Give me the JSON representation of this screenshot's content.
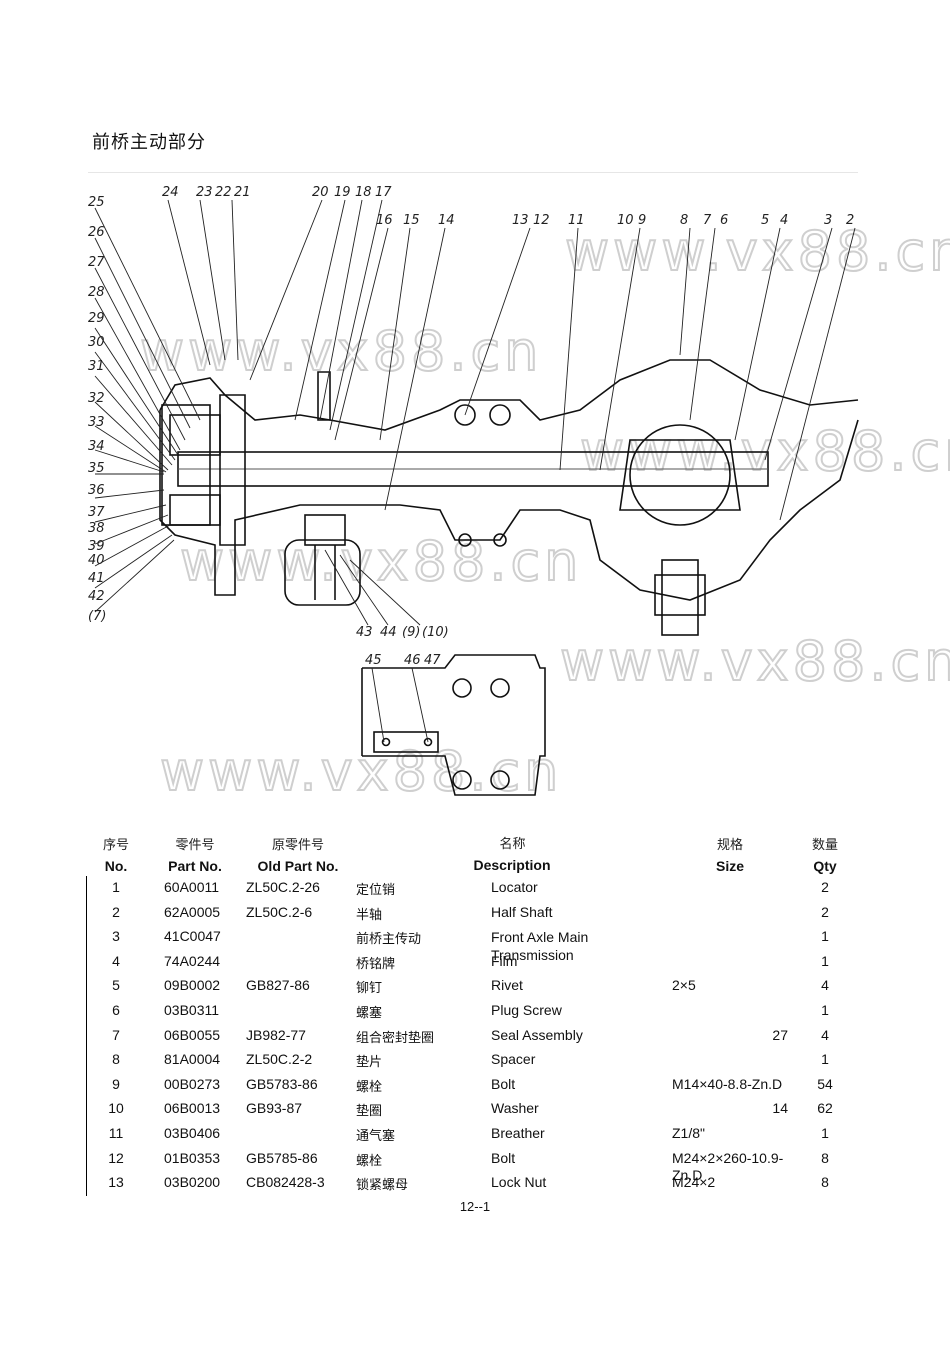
{
  "page_title": "前桥主动部分",
  "callout_numbers_top": [
    "25",
    "24",
    "23",
    "22",
    "21",
    "20",
    "19",
    "18",
    "17",
    "16",
    "15",
    "14",
    "13",
    "12",
    "11",
    "10",
    "9",
    "8",
    "7",
    "6",
    "5",
    "4",
    "3",
    "2"
  ],
  "callout_numbers_left": [
    "26",
    "27",
    "28",
    "29",
    "30",
    "31",
    "32",
    "33",
    "34",
    "35",
    "36",
    "37",
    "38",
    "39",
    "40",
    "41",
    "42",
    "(7)"
  ],
  "callout_numbers_bottom": [
    "43",
    "44",
    "(9)",
    "(10)"
  ],
  "callout_numbers_detail": [
    "45",
    "46",
    "47"
  ],
  "watermark": "www.vx88.cn",
  "table": {
    "headers_cn": [
      "序号",
      "零件号",
      "原零件号",
      "名称",
      "规格",
      "数量"
    ],
    "headers_en": [
      "No.",
      "Part No.",
      "Old Part No.",
      "Description",
      "Size",
      "Qty"
    ],
    "rows": [
      {
        "no": "1",
        "part": "60A0011",
        "old": "ZL50C.2-26",
        "cn": "定位销",
        "desc": "Locator",
        "size": "",
        "qty": "2"
      },
      {
        "no": "2",
        "part": "62A0005",
        "old": "ZL50C.2-6",
        "cn": "半轴",
        "desc": "Half Shaft",
        "size": "",
        "qty": "2"
      },
      {
        "no": "3",
        "part": "41C0047",
        "old": "",
        "cn": "前桥主传动",
        "desc": "Front Axle Main Transmission",
        "size": "",
        "qty": "1"
      },
      {
        "no": "4",
        "part": "74A0244",
        "old": "",
        "cn": "桥铭牌",
        "desc": "Film",
        "size": "",
        "qty": "1"
      },
      {
        "no": "5",
        "part": "09B0002",
        "old": "GB827-86",
        "cn": "铆钉",
        "desc": "Rivet",
        "size": "2×5",
        "qty": "4"
      },
      {
        "no": "6",
        "part": "03B0311",
        "old": "",
        "cn": "螺塞",
        "desc": "Plug Screw",
        "size": "",
        "qty": "1"
      },
      {
        "no": "7",
        "part": "06B0055",
        "old": "JB982-77",
        "cn": "组合密封垫圈",
        "desc": "Seal Assembly",
        "size": "27",
        "qty": "4"
      },
      {
        "no": "8",
        "part": "81A0004",
        "old": "ZL50C.2-2",
        "cn": "垫片",
        "desc": "Spacer",
        "size": "",
        "qty": "1"
      },
      {
        "no": "9",
        "part": "00B0273",
        "old": "GB5783-86",
        "cn": "螺栓",
        "desc": "Bolt",
        "size": "M14×40-8.8-Zn.D",
        "qty": "54"
      },
      {
        "no": "10",
        "part": "06B0013",
        "old": "GB93-87",
        "cn": "垫圈",
        "desc": "Washer",
        "size": "14",
        "qty": "62"
      },
      {
        "no": "11",
        "part": "03B0406",
        "old": "",
        "cn": "通气塞",
        "desc": "Breather",
        "size": "Z1/8\"",
        "qty": "1"
      },
      {
        "no": "12",
        "part": "01B0353",
        "old": "GB5785-86",
        "cn": "螺栓",
        "desc": "Bolt",
        "size": "M24×2×260-10.9-Zn.D",
        "qty": "8"
      },
      {
        "no": "13",
        "part": "03B0200",
        "old": "CB082428-3",
        "cn": "锁紧螺母",
        "desc": "Lock Nut",
        "size": "M24×2",
        "qty": "8"
      }
    ]
  },
  "page_number": "12--1"
}
